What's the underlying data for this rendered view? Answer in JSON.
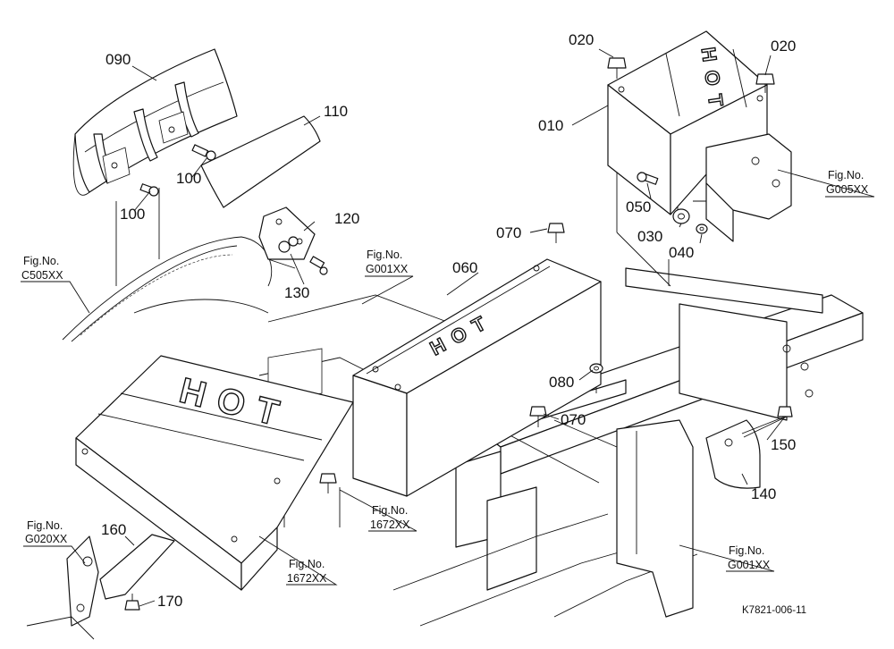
{
  "callouts": {
    "c010": "010",
    "c020a": "020",
    "c020b": "020",
    "c030": "030",
    "c040": "040",
    "c050": "050",
    "c060": "060",
    "c070a": "070",
    "c070b": "070",
    "c080": "080",
    "c090": "090",
    "c100a": "100",
    "c100b": "100",
    "c110": "110",
    "c120": "120",
    "c130": "130",
    "c140": "140",
    "c150": "150",
    "c160": "160",
    "c170": "170"
  },
  "fig_refs": {
    "c505": {
      "title": "Fig.No.",
      "code": "C505XX"
    },
    "g001_top": {
      "title": "Fig.No.",
      "code": "G001XX"
    },
    "g005": {
      "title": "Fig.No.",
      "code": "G005XX"
    },
    "g020": {
      "title": "Fig.No.",
      "code": "G020XX"
    },
    "r1672_mid": {
      "title": "Fig.No.",
      "code": "1672XX"
    },
    "r1672_bottom": {
      "title": "Fig.No.",
      "code": "1672XX"
    },
    "g001_bottom": {
      "title": "Fig.No.",
      "code": "G001XX"
    }
  },
  "hot_marks": {
    "shield_large": "HOT",
    "shield_long": "HOT",
    "shield_box": "HOT"
  },
  "drawing_code": "K7821-006-11"
}
